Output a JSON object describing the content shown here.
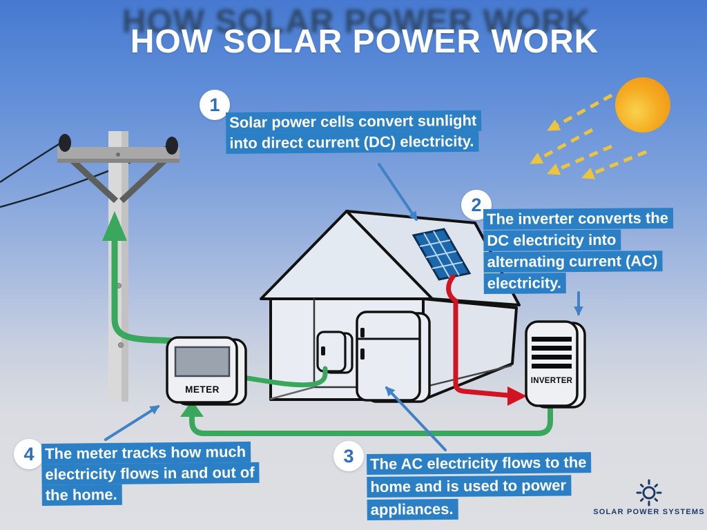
{
  "title": "HOW SOLAR POWER WORK",
  "steps": [
    {
      "number": "1",
      "lines": [
        "Solar power cells convert sunlight",
        "into direct current (DC) electricity."
      ]
    },
    {
      "number": "2",
      "lines": [
        "The inverter converts the",
        "DC electricity into",
        "alternating current (AC)",
        "electricity."
      ]
    },
    {
      "number": "3",
      "lines": [
        "The AC electricity flows to the",
        "home and is used to power",
        "appliances."
      ]
    },
    {
      "number": "4",
      "lines": [
        "The meter tracks how much",
        "electricity flows in and out of",
        "the home."
      ]
    }
  ],
  "labels": {
    "meter": "METER",
    "inverter": "INVERTER"
  },
  "logo": {
    "text": "SOLAR POWER SYSTEMS",
    "icon": "sun-icon"
  },
  "colors": {
    "highlight_blue": "#2b80c5",
    "annotation_blue": "#3f82c6",
    "flow_green": "#3aa85c",
    "dc_red": "#d11422",
    "sun_orange": "#f5ab21",
    "ray_yellow": "#ecc43d",
    "logo_navy": "#1c3963"
  }
}
